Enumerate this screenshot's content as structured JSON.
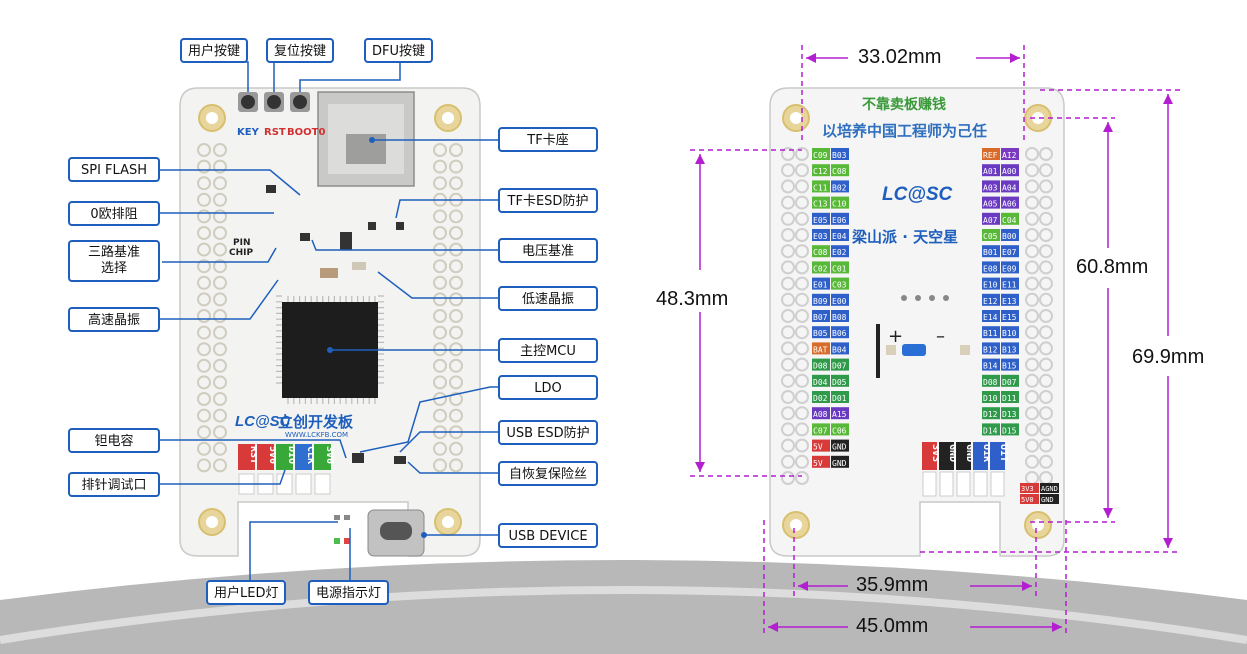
{
  "left_labels": {
    "user_key": "用户按键",
    "reset_key": "复位按键",
    "dfu_key": "DFU按键",
    "tf_socket": "TF卡座",
    "spi_flash": "SPI FLASH",
    "tf_esd": "TF卡ESD防护",
    "zero_ohm": "0欧排阻",
    "vref_select": "三路基准\n选择",
    "vref": "电压基准",
    "lse": "低速晶振",
    "hse": "高速晶振",
    "mcu": "主控MCU",
    "ldo": "LDO",
    "tantalum": "钽电容",
    "usb_esd": "USB ESD防护",
    "debug_header": "排针调试口",
    "fuse": "自恢复保险丝",
    "usb_device": "USB DEVICE",
    "user_led": "用户LED灯",
    "power_led": "电源指示灯"
  },
  "left_board": {
    "silk_key": "KEY",
    "silk_rst": "RST",
    "silk_boot": "BOOT0",
    "silk_pin": "PIN",
    "silk_chip": "CHIP",
    "brand_logo": "LC@SC",
    "brand_name": "立创开发板",
    "brand_url": "WWW.LCKFB.COM",
    "debug_pins": [
      "RST",
      "5V0",
      "DIO",
      "CLK",
      "3V0"
    ]
  },
  "right_board": {
    "slogan1": "不靠卖板赚钱",
    "slogan2": "以培养中国工程师为己任",
    "brand_logo": "LC@SC",
    "brand_name": "梁山派 · 天空星",
    "bottom_pins": [
      "3V3",
      "GND",
      "GND",
      "U1R",
      "U1T"
    ],
    "left_pins": [
      "C09",
      "C12",
      "C11",
      "C13",
      "E05",
      "E03",
      "C08",
      "C02",
      "E01",
      "B09",
      "B07",
      "B05",
      "BAT",
      "D08",
      "D04",
      "D02",
      "A08",
      "C07",
      "5V",
      "5V"
    ],
    "left_pins2": [
      "B03",
      "C08",
      "B02",
      "C10",
      "E06",
      "E04",
      "E02",
      "C01",
      "C03",
      "E00",
      "B08",
      "B06",
      "B04",
      "D07",
      "D05",
      "D01",
      "A15",
      "C06",
      "GND",
      "GND"
    ],
    "right_pins": [
      "REF",
      "A01",
      "A03",
      "A05",
      "A07",
      "C05",
      "B01",
      "E08",
      "E10",
      "E12",
      "E14",
      "B11",
      "B12",
      "B14",
      "D08",
      "D10",
      "D12",
      "D14"
    ],
    "right_pins2": [
      "AI2",
      "A00",
      "A04",
      "A06",
      "C04",
      "B00",
      "E07",
      "E09",
      "E11",
      "E13",
      "E15",
      "B10",
      "B13",
      "B15",
      "D07",
      "D11",
      "D13",
      "D15"
    ],
    "corner_labels": [
      "3V3",
      "AGND",
      "5V0",
      "GND"
    ]
  },
  "dimensions": {
    "top_width": "33.02mm",
    "left_height": "48.3mm",
    "inner_height": "60.8mm",
    "outer_height": "69.9mm",
    "inner_width": "35.9mm",
    "outer_width": "45.0mm"
  },
  "colors": {
    "label_border": "#1e5ebd",
    "leader_line": "#1e5ebd",
    "dim_purple": "#b31ed1",
    "board_white": "#f4f5f4",
    "brand_blue": "#1e5ebd"
  }
}
